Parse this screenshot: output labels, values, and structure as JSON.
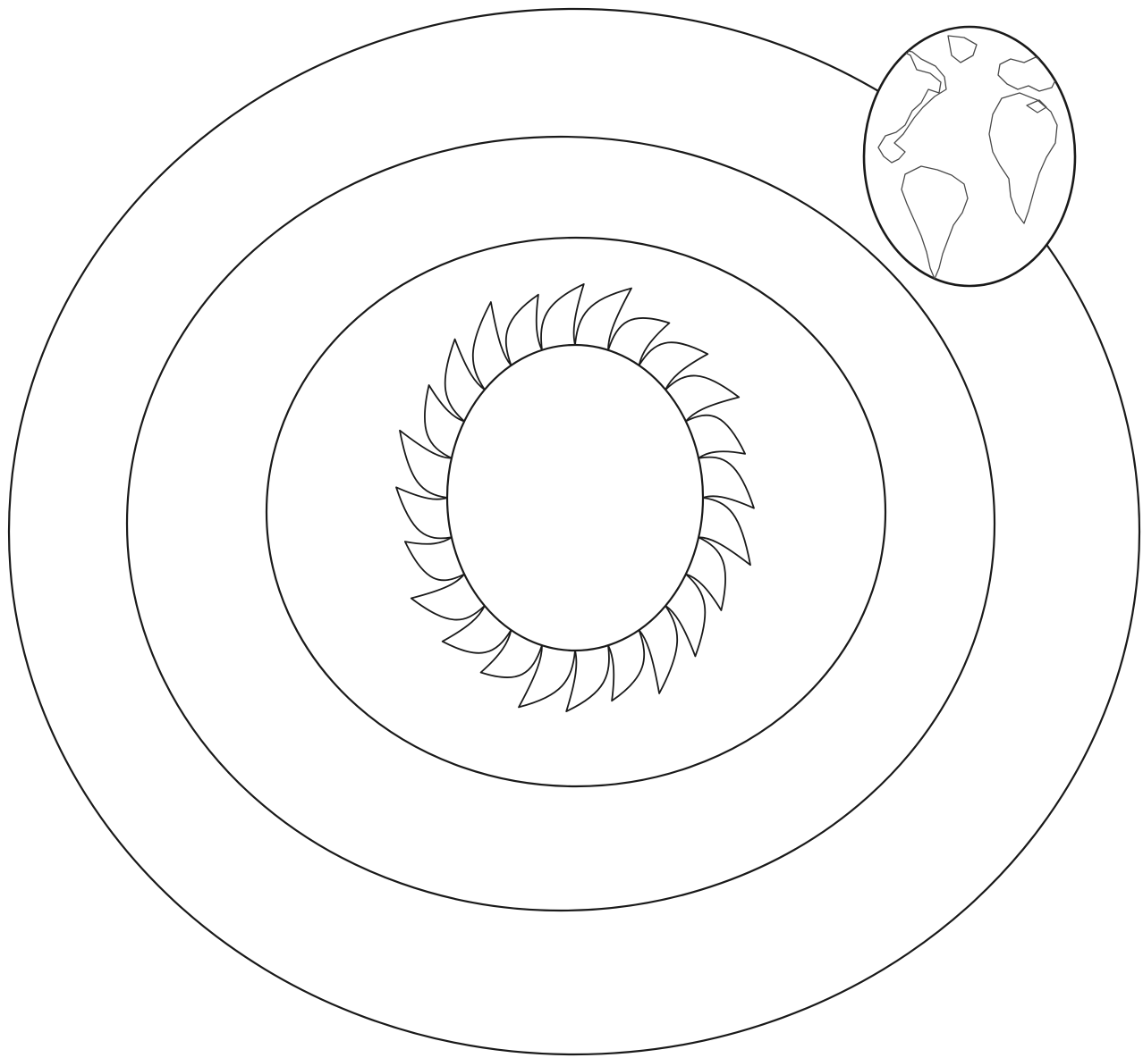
{
  "diagram": {
    "subject": "sun-with-orbits-and-earth",
    "orbit_count": 3,
    "flame_count": 24,
    "line_color": "#1a1a1a",
    "background_color": "#ffffff"
  }
}
